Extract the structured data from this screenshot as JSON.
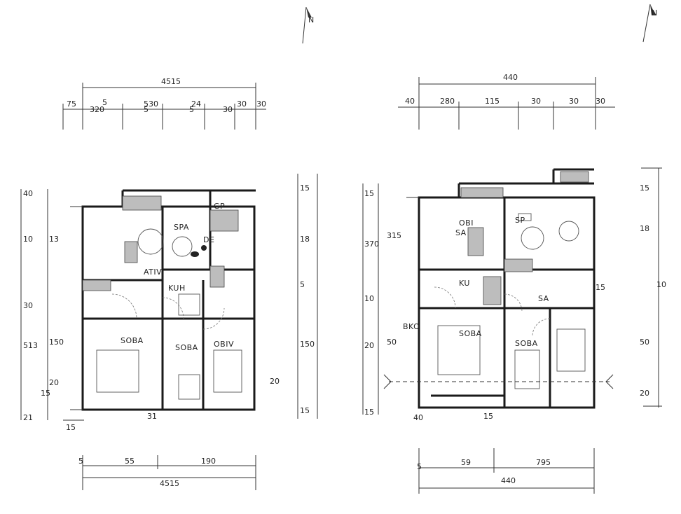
{
  "plans": [
    {
      "top_dims": {
        "overall": "4515",
        "segments": [
          "75",
          "320",
          "5",
          "530",
          "5",
          "24",
          "5",
          "30",
          "30",
          "30"
        ]
      },
      "left_dims": [
        "40",
        "10",
        "13",
        "30",
        "513",
        "150",
        "20",
        "15",
        "21"
      ],
      "right_dims": [
        "15",
        "18",
        "5",
        "150",
        "20",
        "15"
      ],
      "bottom_dims": {
        "overall": "4515",
        "segments": [
          "15",
          "5",
          "55",
          "190",
          "31"
        ]
      },
      "rooms": [
        "GP",
        "SPA",
        "DE",
        "KUH",
        "SOBA",
        "SOBA",
        "OBIV",
        "ATIV"
      ]
    },
    {
      "top_dims": {
        "overall": "440",
        "segments": [
          "40",
          "280",
          "115",
          "30",
          "30",
          "30"
        ]
      },
      "left_dims": [
        "15",
        "370",
        "315",
        "10",
        "50",
        "20",
        "15"
      ],
      "right_dims": [
        "15",
        "18",
        "15",
        "10",
        "50",
        "20"
      ],
      "bottom_dims": {
        "overall": "440",
        "segments": [
          "40",
          "59",
          "795",
          "15",
          "5"
        ]
      },
      "rooms": [
        "OBI",
        "SA",
        "SP",
        "KU",
        "SOBA",
        "SA",
        "SOBA",
        "BKO"
      ]
    }
  ],
  "compass": [
    "N",
    "N"
  ]
}
